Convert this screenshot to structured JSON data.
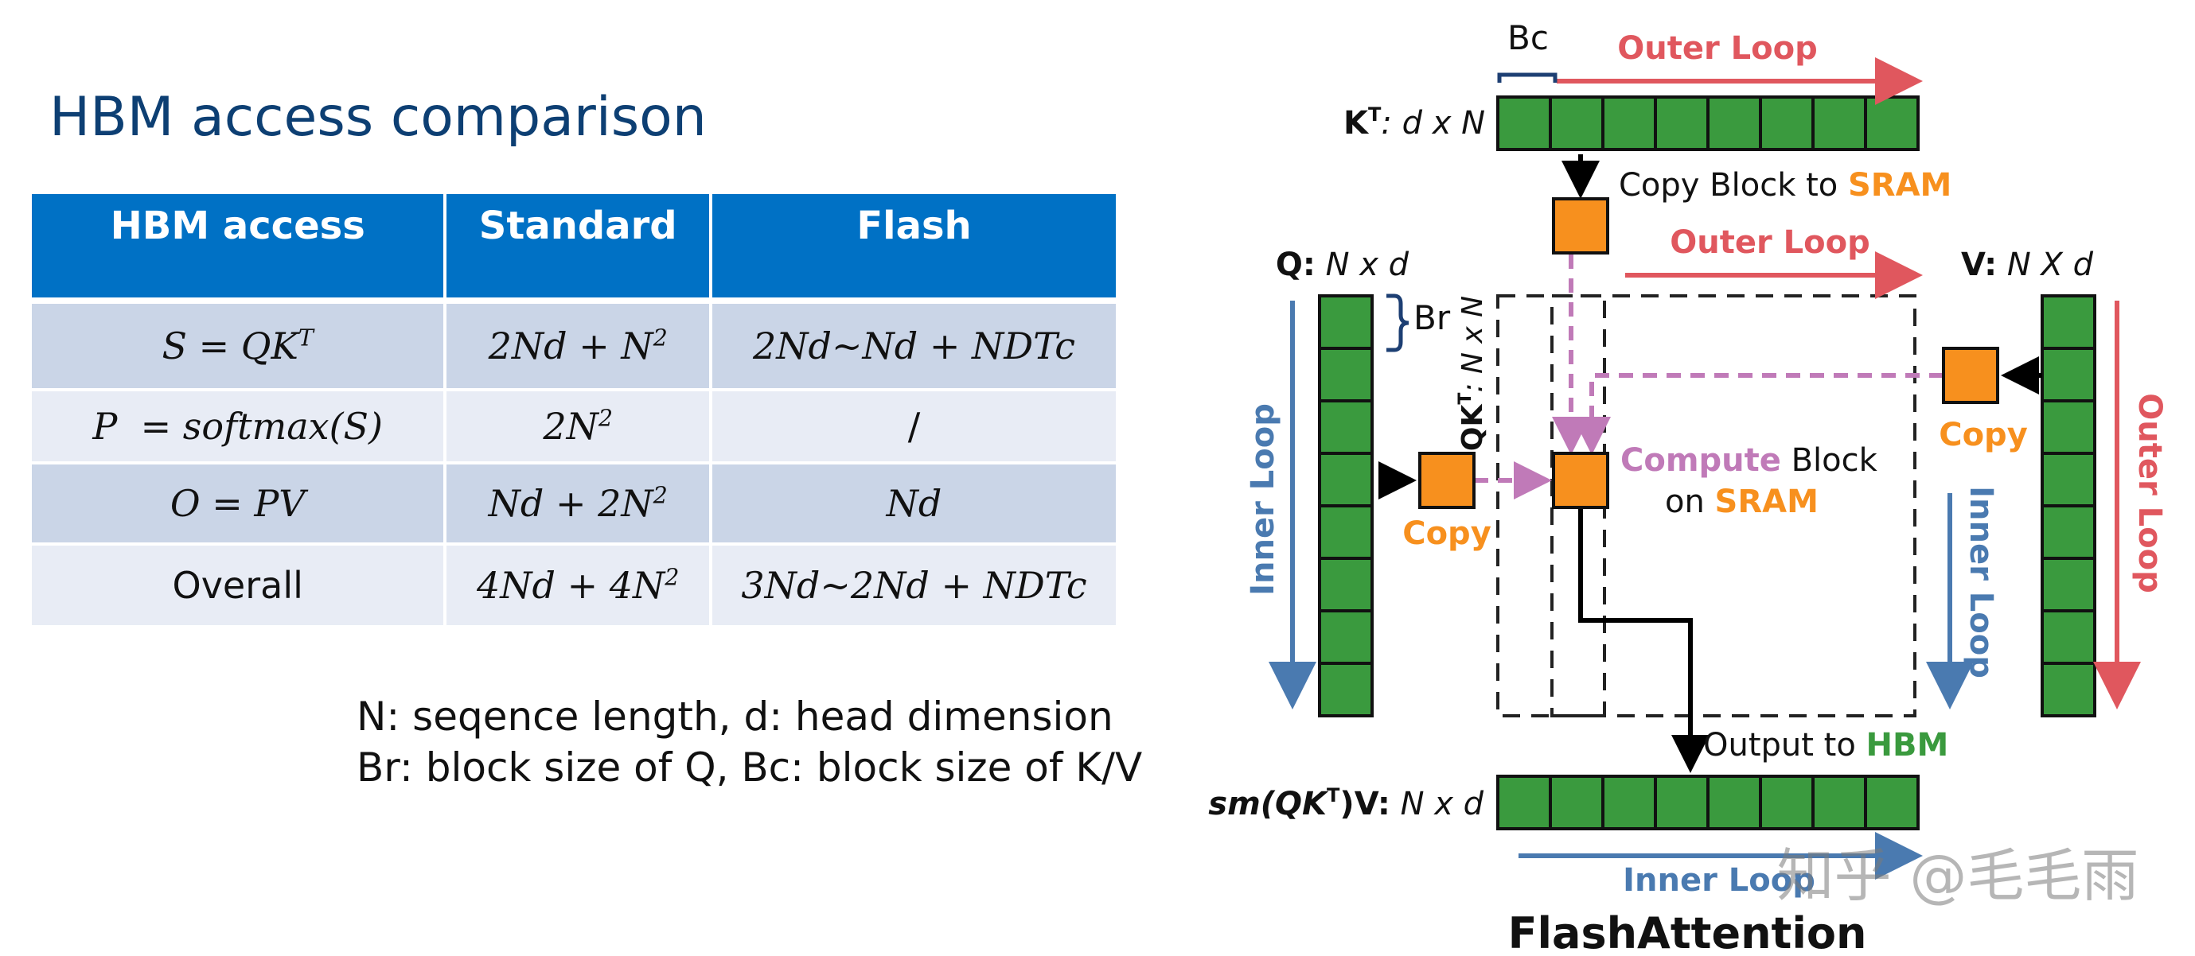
{
  "title": "HBM access comparison",
  "table": {
    "headers": [
      "HBM access",
      "Standard",
      "Flash"
    ],
    "rows": [
      {
        "label": "S = QK^T",
        "standard": "2Nd + N^2",
        "flash": "2Nd~Nd + NDTc"
      },
      {
        "label": "P  = softmax(S)",
        "standard": "2N^2",
        "flash": "/"
      },
      {
        "label": "O = PV",
        "standard": "Nd + 2N^2",
        "flash": "Nd"
      },
      {
        "label": "Overall",
        "standard": "4Nd + 4N^2",
        "flash": "3Nd~2Nd + NDTc"
      }
    ]
  },
  "legend": {
    "line1": "N:  seqence length, d: head dimension",
    "line2": "Br: block size of Q, Bc: block size of K/V"
  },
  "diagram": {
    "caption": "FlashAttention",
    "k_label": {
      "bold": "K",
      "sup": "T",
      "rest": ": d x N"
    },
    "q_label": {
      "bold": "Q:",
      "rest": " N x d"
    },
    "v_label": {
      "bold": "V:",
      "rest": " N X d"
    },
    "out_label": {
      "bold": "sm(QK",
      "sup": "T",
      "bold2": ")V:",
      "rest": " N x d"
    },
    "qk_label": {
      "bold": "QK",
      "sup": "T",
      "rest": ": N x N"
    },
    "bc": "Bc",
    "br": "Br",
    "outer_loop_top": "Outer Loop",
    "outer_loop_mid": "Outer Loop",
    "outer_loop_right": "Outer Loop",
    "inner_loop_left": "Inner Loop",
    "inner_loop_right": "Inner Loop",
    "inner_loop_bottom": "Inner Loop",
    "copy_block_prefix": "Copy Block to ",
    "copy_block_sram": "SRAM",
    "copy_left": "Copy",
    "copy_right": "Copy",
    "compute_word": "Compute",
    "block_word": " Block",
    "on_word": "on ",
    "on_sram": "SRAM",
    "output_prefix": "Output to ",
    "output_hbm": "HBM",
    "colors": {
      "green": "#3a9a3e",
      "orange": "#f7901e",
      "red": "#e0575e",
      "blue": "#4a7ab0",
      "purple": "#c07ab8",
      "hbm_green": "#3a9a3e"
    }
  },
  "watermark": "知乎 @毛毛雨"
}
